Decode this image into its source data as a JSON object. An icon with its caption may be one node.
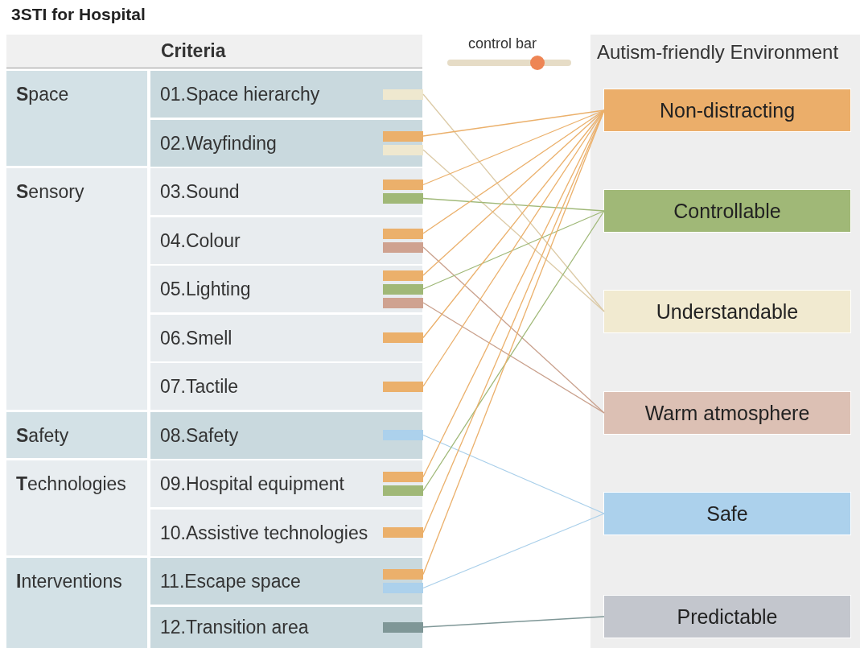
{
  "diagram": {
    "title": "3STI for Hospital",
    "nodes": [
      {
        "text": [
          "**S**pace"
        ]
      },
      {
        "text": [
          "**S**ensory"
        ]
      },
      {
        "text": [
          "**S**afety"
        ]
      },
      {
        "text": [
          "**T**echnologies"
        ]
      },
      {
        "text": [
          "**I**nterventions"
        ]
      },
      {
        "text": [
          "01.Space hierarchy"
        ]
      },
      {
        "text": [],
        "shape": "bar",
        "in": 5
      },
      {
        "text": [
          "02.Wayfinding"
        ]
      },
      {
        "text": [],
        "shape": "bar",
        "in": 7
      },
      {
        "text": [],
        "shape": "bar",
        "in": 7
      },
      {
        "text": [
          "03.Sound"
        ]
      },
      {
        "text": [],
        "shape": "bar",
        "in": 10
      },
      {
        "text": [],
        "shape": "bar",
        "in": 10
      },
      {
        "text": [
          "04.Colour"
        ]
      },
      {
        "text": [],
        "shape": "bar",
        "in": 13
      },
      {
        "text": [],
        "shape": "bar",
        "in": 13
      },
      {
        "text": [
          "05.Lighting"
        ]
      },
      {
        "text": [],
        "shape": "bar",
        "in": 16
      },
      {
        "text": [],
        "shape": "bar",
        "in": 16
      },
      {
        "text": [],
        "shape": "bar",
        "in": 16
      },
      {
        "text": [
          "06.Smell"
        ]
      },
      {
        "text": [],
        "shape": "bar",
        "in": 20
      },
      {
        "text": [
          "07.Tactile"
        ]
      },
      {
        "text": [],
        "shape": "bar",
        "in": 22
      },
      {
        "text": [
          "08.Safety"
        ]
      },
      {
        "text": [],
        "shape": "bar",
        "in": 24
      },
      {
        "text": [
          "09.Hospital equipment"
        ]
      },
      {
        "text": [],
        "shape": "bar",
        "in": 26
      },
      {
        "text": [],
        "shape": "bar",
        "in": 26
      },
      {
        "text": [
          "10.Assistive technologies"
        ]
      },
      {
        "text": [],
        "shape": "bar",
        "in": 29
      },
      {
        "text": [
          "11.Escape space"
        ]
      },
      {
        "text": [],
        "shape": "bar",
        "in": 31
      },
      {
        "text": [],
        "shape": "bar",
        "in": 31
      },
      {
        "text": [
          "12.Transition area"
        ]
      },
      {
        "text": [],
        "shape": "bar",
        "in": 34
      },
      {
        "text": [
          "Autism-friendly Environment"
        ]
      },
      {
        "text": [
          "Non-distracting"
        ],
        "in": 36
      },
      {
        "text": [
          "Controllable"
        ],
        "in": 36
      },
      {
        "text": [
          "Understandable"
        ],
        "in": 36
      },
      {
        "text": [
          "Warm atmosphere"
        ],
        "in": 36
      },
      {
        "text": [
          "Safe"
        ],
        "in": 36
      },
      {
        "text": [
          "Predictable"
        ],
        "in": 36
      }
    ],
    "edges": [
      {
        "from": 6,
        "to": 39,
        "arrow": "none",
        "color": "#dccaa6"
      },
      {
        "from": 8,
        "to": 37,
        "arrow": "none"
      },
      {
        "from": 9,
        "to": 39,
        "arrow": "none",
        "color": "#dccaa6"
      },
      {
        "from": 11,
        "to": 37,
        "arrow": "none"
      },
      {
        "from": 12,
        "to": 38,
        "arrow": "none",
        "color": "#9fb877"
      },
      {
        "from": 14,
        "to": 37,
        "arrow": "none"
      },
      {
        "from": 15,
        "to": 40,
        "arrow": "none",
        "color": "#c9a08c"
      },
      {
        "from": 17,
        "to": 37,
        "arrow": "none"
      },
      {
        "from": 18,
        "to": 38,
        "arrow": "none",
        "color": "#9fb877"
      },
      {
        "from": 19,
        "to": 40,
        "arrow": "none",
        "color": "#c9a08c"
      },
      {
        "from": 21,
        "to": 37,
        "arrow": "none"
      },
      {
        "from": 23,
        "to": 37,
        "arrow": "none"
      },
      {
        "from": 25,
        "to": 41,
        "arrow": "none",
        "color": "#a9cfea"
      },
      {
        "from": 27,
        "to": 37,
        "arrow": "none"
      },
      {
        "from": 28,
        "to": 38,
        "arrow": "none",
        "color": "#9fb877"
      },
      {
        "from": 30,
        "to": 37,
        "arrow": "none"
      },
      {
        "from": 32,
        "to": 37,
        "arrow": "none"
      },
      {
        "from": 33,
        "to": 41,
        "arrow": "none",
        "color": "#a9cfea"
      },
      {
        "from": 35,
        "to": 42,
        "arrow": "none",
        "color": "#7f9797"
      }
    ],
    "labels": [
      "Criteria",
      "control bar"
    ]
  }
}
